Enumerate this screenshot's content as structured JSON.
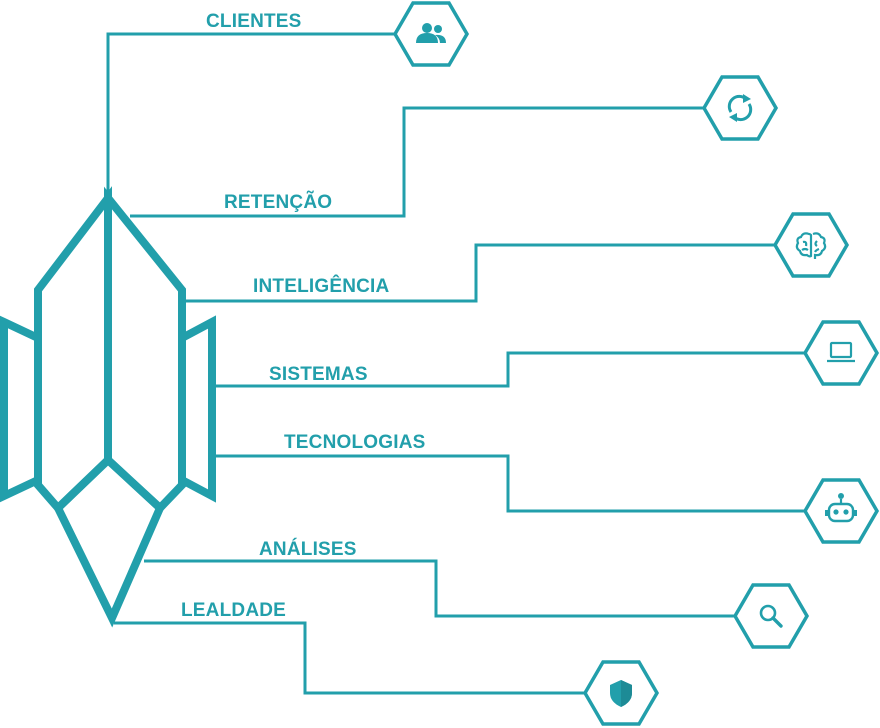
{
  "colors": {
    "accent": "#229fab",
    "background": "#ffffff"
  },
  "labels": {
    "clientes": "CLIENTES",
    "retencao": "RETENÇÃO",
    "inteligencia": "INTELIGÊNCIA",
    "sistemas": "SISTEMAS",
    "tecnologias": "TECNOLOGIAS",
    "analises": "ANÁLISES",
    "lealdade": "LEALDADE"
  },
  "icons": {
    "clientes": "users-icon",
    "retencao": "sync-icon",
    "inteligencia": "brain-icon",
    "sistemas": "laptop-icon",
    "tecnologias": "robot-icon",
    "analises": "search-icon",
    "lealdade": "shield-icon"
  }
}
